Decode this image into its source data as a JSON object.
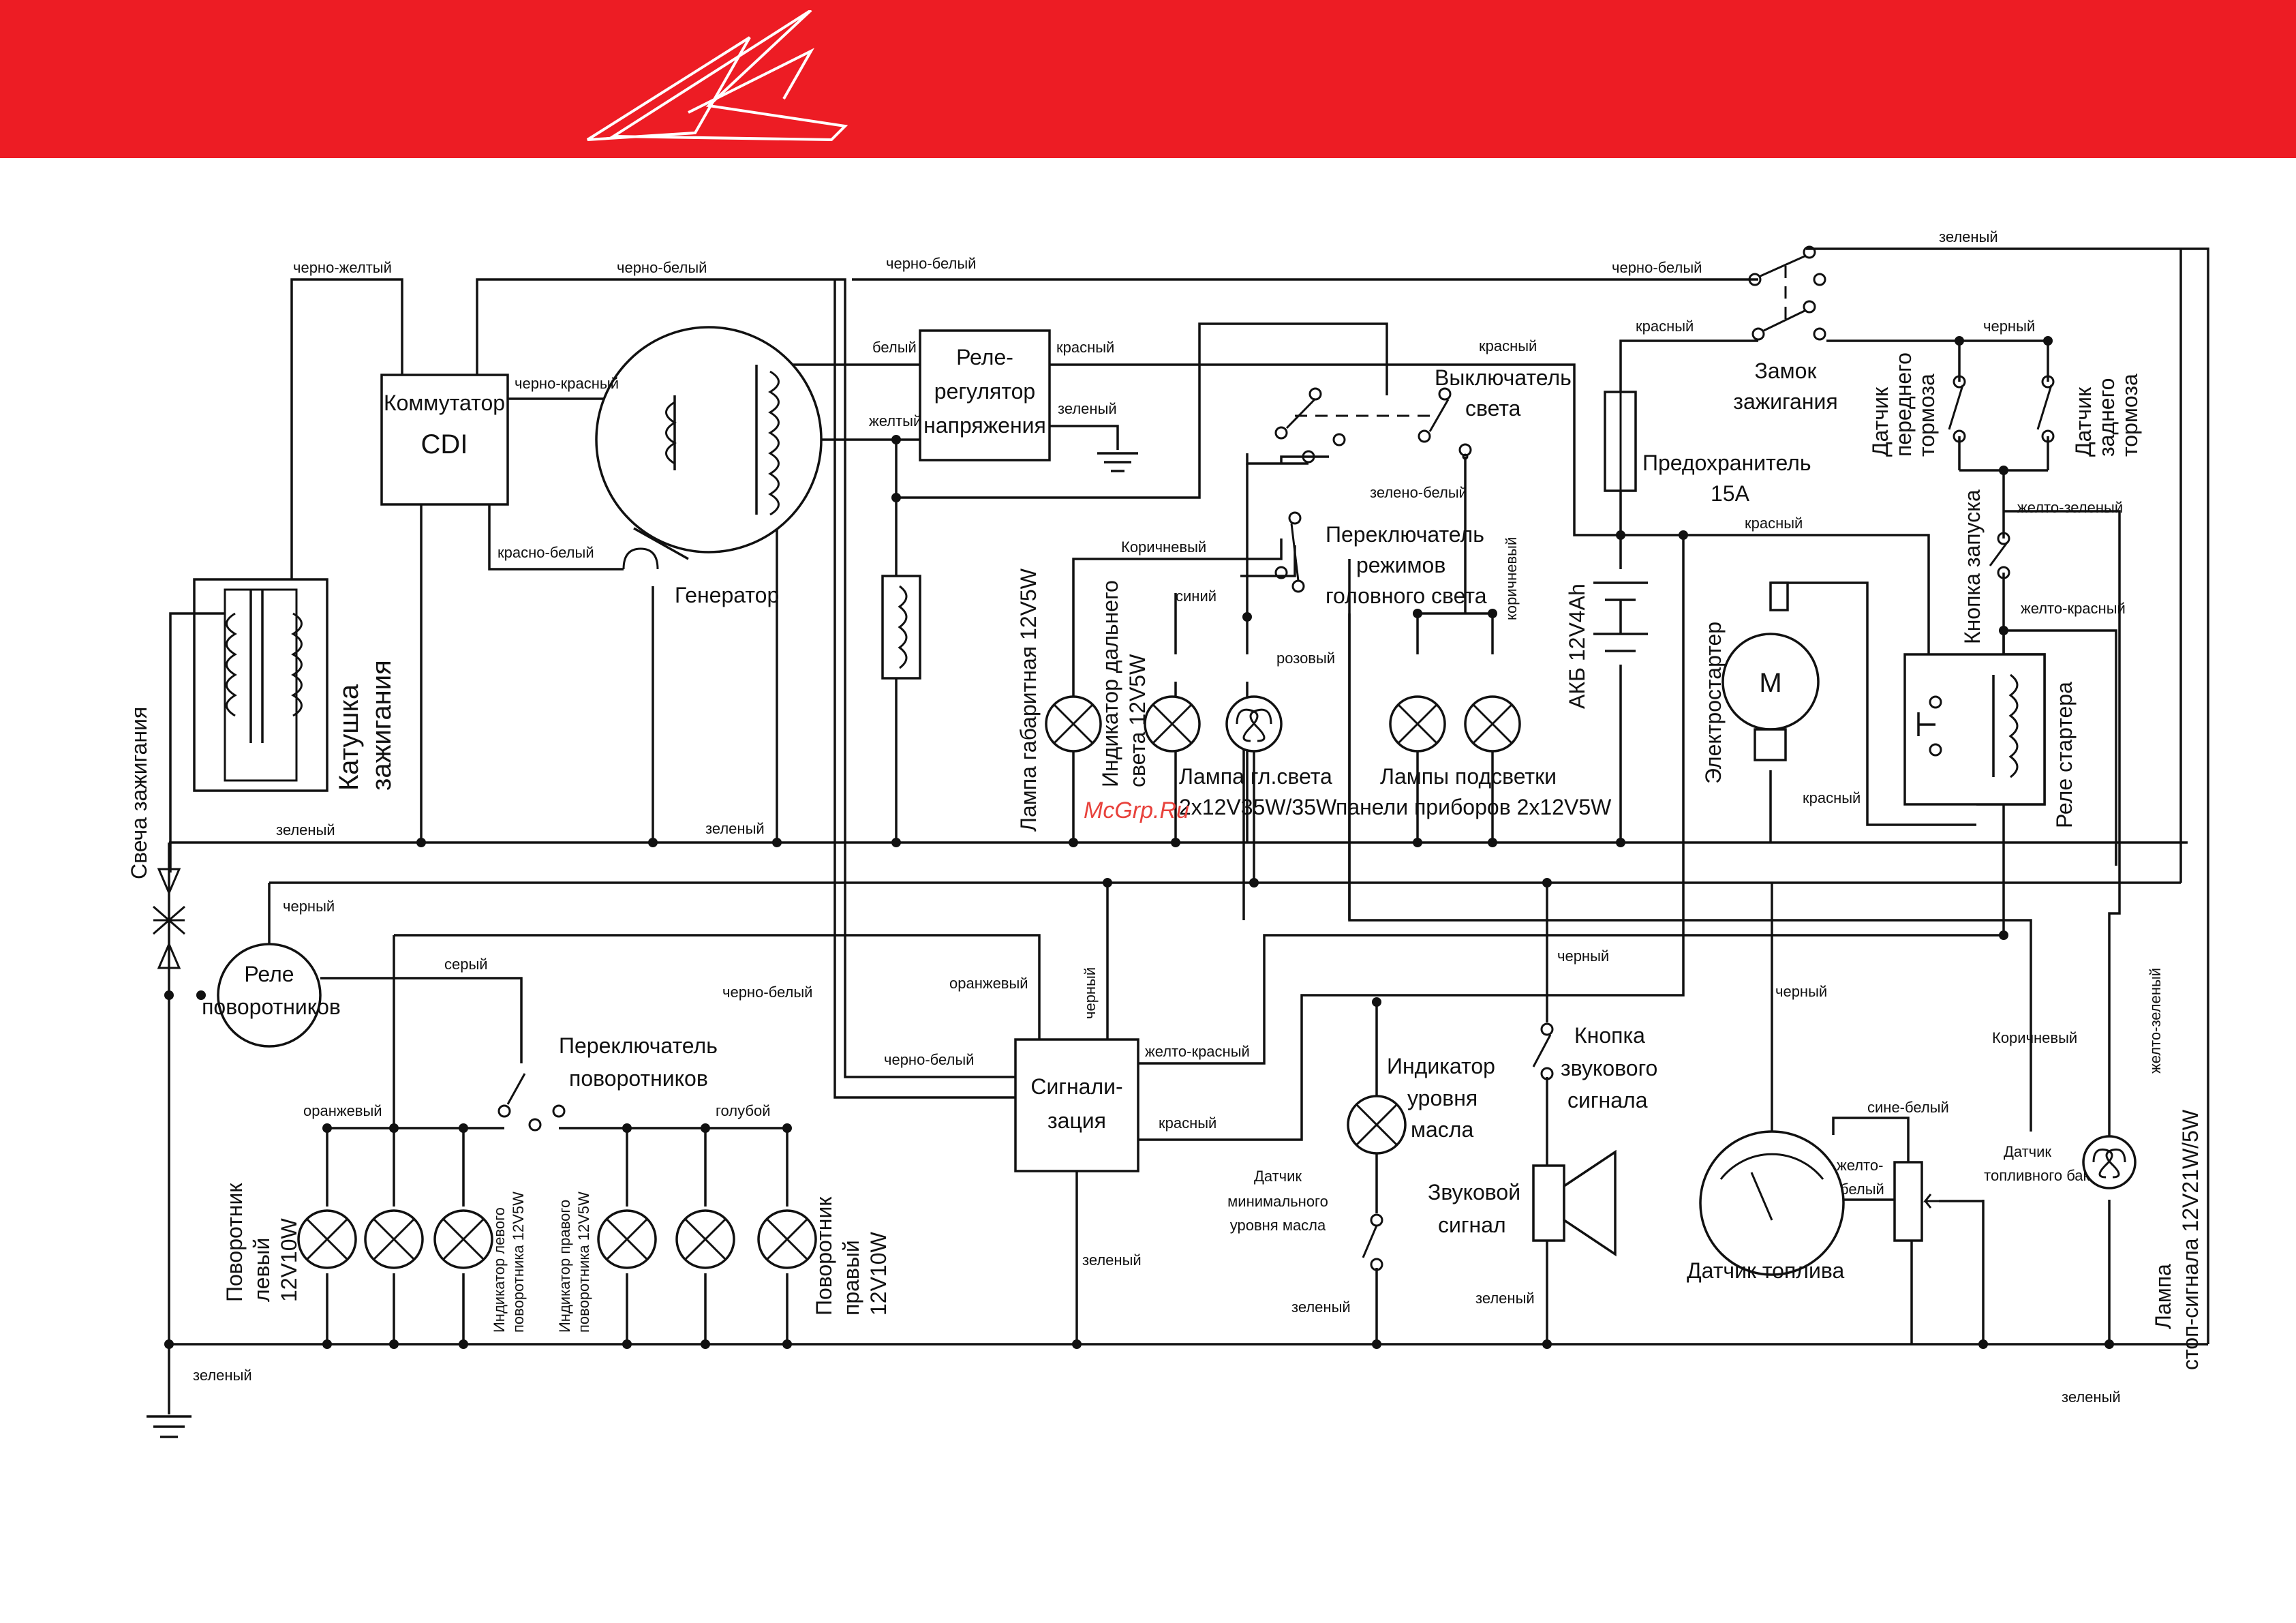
{
  "brand": {
    "header_color": "#ed1c24",
    "watermark": "McGrp.Ru"
  },
  "components": {
    "cdi": "Коммутатор",
    "cdi_sub": "CDI",
    "generator": "Генератор",
    "regulator": [
      "Реле-",
      "регулятор",
      "напряжения"
    ],
    "light_switch": [
      "Выключатель",
      "света"
    ],
    "ignition_lock": [
      "Замок",
      "зажигания"
    ],
    "fuse": [
      "Предохранитель",
      "15А"
    ],
    "battery": "АКБ 12V4Ah",
    "starter": "Электростартер",
    "starter_relay": "Реле стартера",
    "start_button": "Кнопка запуска",
    "front_brake": [
      "Датчик",
      "переднего",
      "тормоза"
    ],
    "rear_brake": [
      "Датчик",
      "заднего",
      "тормоза"
    ],
    "ignition_coil": [
      "Катушка",
      "зажигания"
    ],
    "spark_plug": "Свеча зажигания",
    "parking_lamp": "Лампа габаритная 12V5W",
    "high_beam_ind": [
      "Индикатор дальнего",
      "света 12V5W"
    ],
    "headlamp": [
      "Лампа гл.света",
      "2x12V35W/35W"
    ],
    "panel_lamps": [
      "Лампы подсветки",
      "панели приборов 2x12V5W"
    ],
    "beam_switch": [
      "Переключатель",
      "режимов",
      "головного света"
    ],
    "turn_relay": [
      "Реле",
      "поворотников"
    ],
    "turn_switch": [
      "Переключатель",
      "поворотников"
    ],
    "alarm": [
      "Сигнали-",
      "зация"
    ],
    "oil_indicator": [
      "Индикатор",
      "уровня",
      "масла"
    ],
    "oil_sensor": [
      "Датчик",
      "минимального",
      "уровня масла"
    ],
    "horn_button": [
      "Кнопка",
      "звукового",
      "сигнала"
    ],
    "horn": [
      "Звуковой",
      "сигнал"
    ],
    "fuel_gauge": "Датчик топлива",
    "fuel_sensor": [
      "Датчик",
      "топливного бака"
    ],
    "brake_lamp": [
      "Лампа",
      "стоп-сигнала 12V21W/5W"
    ],
    "turn_left": [
      "Поворотник",
      "левый",
      "12V10W"
    ],
    "turn_right": [
      "Поворотник",
      "правый",
      "12V10W"
    ],
    "ind_left": [
      "Индикатор левого",
      "поворотника 12V5W"
    ],
    "ind_right": [
      "Индикатор правого",
      "поворотника 12V5W"
    ]
  },
  "wires": {
    "black_yellow": "черно-желтый",
    "black_white": "черно-белый",
    "black_red": "черно-красный",
    "red_white": "красно-белый",
    "white": "белый",
    "red": "красный",
    "yellow": "желтый",
    "green": "зеленый",
    "black": "черный",
    "green_white": "зелено-белый",
    "brown": "Коричневый",
    "brown_lc": "коричневый",
    "brown_cap": "Коричневый",
    "blue": "синий",
    "pink": "розовый",
    "yellow_green": "желто-зеленый",
    "yellow_red": "желто-красный",
    "grey": "серый",
    "orange": "оранжевый",
    "light_blue": "голубой",
    "blue_white": "сине-белый",
    "yellow_white": [
      "желто-",
      "белый"
    ]
  }
}
